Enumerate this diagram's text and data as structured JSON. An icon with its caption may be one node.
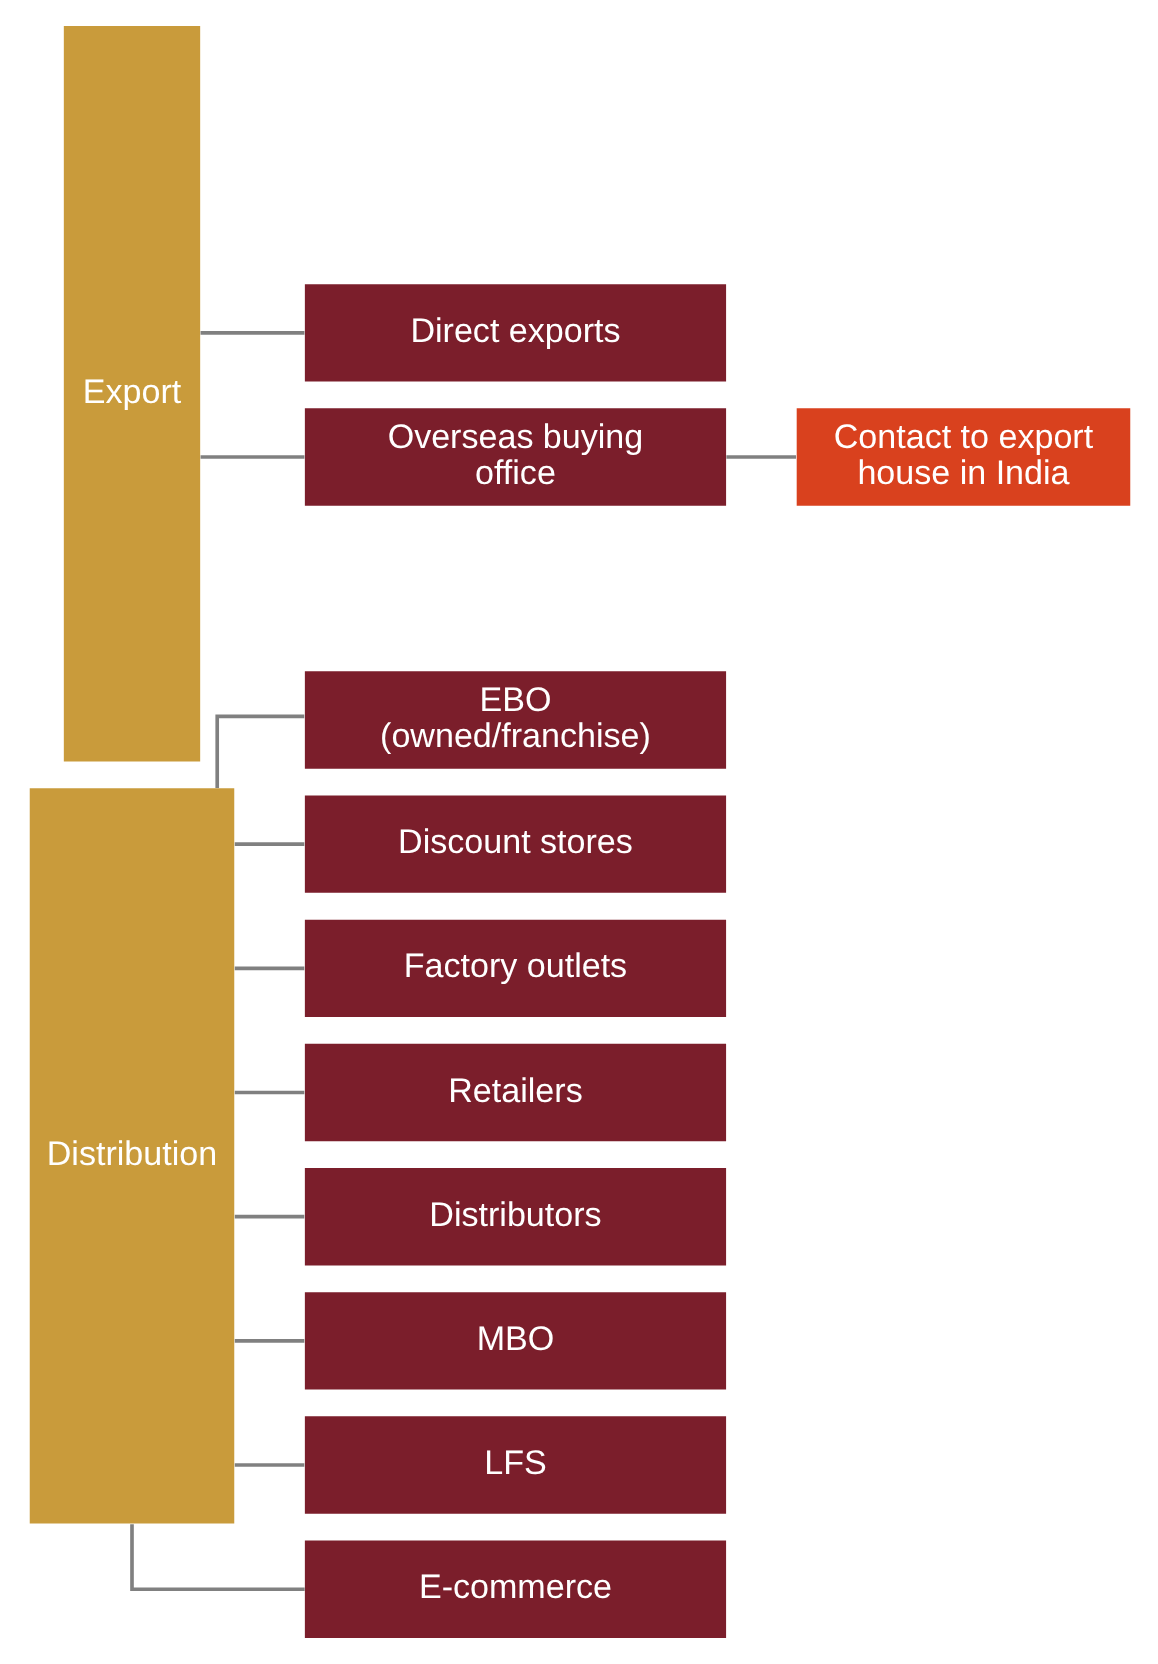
{
  "diagram": {
    "nodes": [
      {
        "text": [
          "Distribution"
        ]
      },
      {
        "text": [
          "EBO (owned/franchise)"
        ]
      },
      {
        "text": [
          "Discount stores"
        ]
      },
      {
        "text": [
          "Factory outlets"
        ]
      },
      {
        "text": [
          "Retailers"
        ]
      },
      {
        "text": [
          "Distributors"
        ]
      },
      {
        "text": [
          "MBO"
        ]
      },
      {
        "text": [
          "LFS"
        ]
      },
      {
        "text": [
          "E-commerce"
        ]
      },
      {
        "text": [
          "Export"
        ]
      },
      {
        "text": [
          "Direct exports"
        ]
      },
      {
        "text": [
          "Overseas buying office"
        ]
      },
      {
        "text": [
          "Contact to export house in India"
        ]
      }
    ],
    "edges": [
      {
        "from": 0,
        "to": 1,
        "arrow": "none"
      },
      {
        "from": 0,
        "to": 2,
        "arrow": "none"
      },
      {
        "from": 0,
        "to": 3,
        "arrow": "none"
      },
      {
        "from": 0,
        "to": 4,
        "arrow": "none"
      },
      {
        "from": 0,
        "to": 5,
        "arrow": "none"
      },
      {
        "from": 0,
        "to": 6,
        "arrow": "none"
      },
      {
        "from": 0,
        "to": 7,
        "arrow": "none"
      },
      {
        "from": 0,
        "to": 8,
        "arrow": "none"
      },
      {
        "from": 9,
        "to": 10,
        "arrow": "none"
      },
      {
        "from": 9,
        "to": 11,
        "arrow": "none"
      },
      {
        "from": 11,
        "to": 12,
        "arrow": "none"
      }
    ]
  }
}
